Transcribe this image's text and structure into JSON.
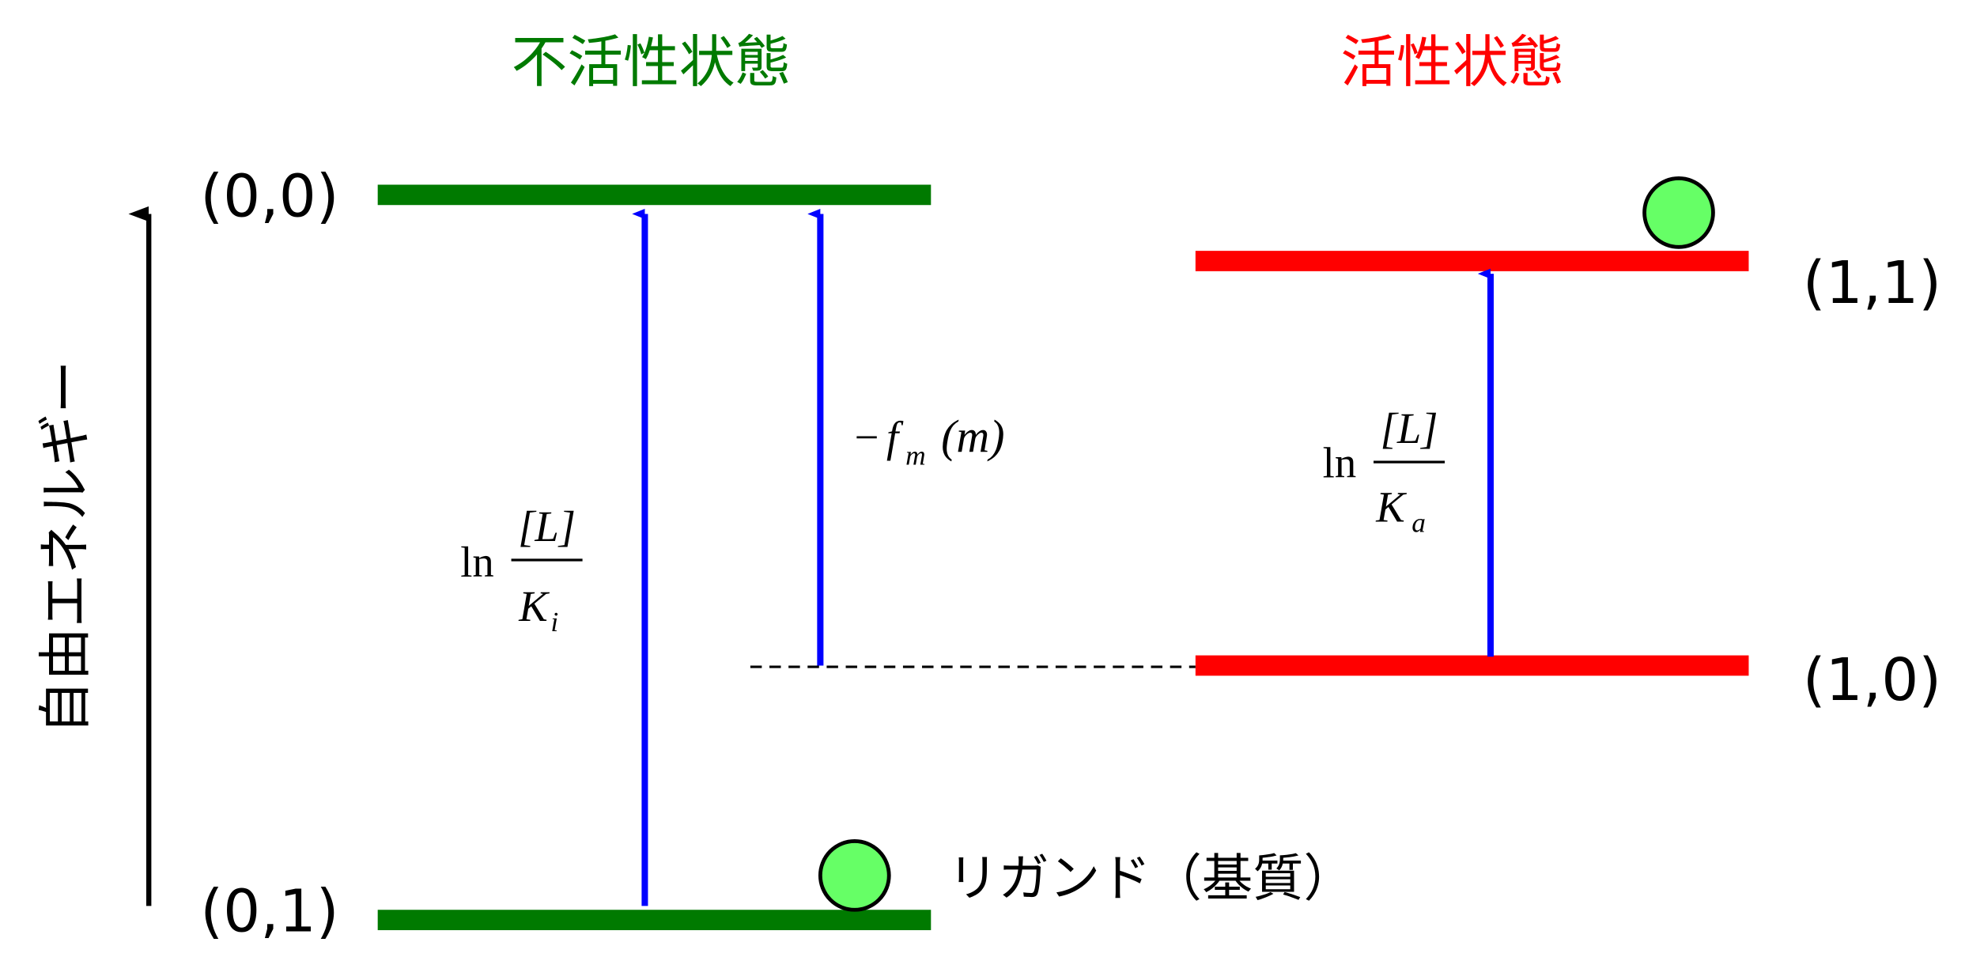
{
  "titles": {
    "inactive": "不活性状態",
    "active": "活性状態"
  },
  "axis_label": "自由エネルギー",
  "states": {
    "s00": "(0,0)",
    "s01": "(0,1)",
    "s11": "(1,1)",
    "s10": "(1,0)"
  },
  "ligand_label": "リガンド（基質）",
  "formulas": {
    "ki": {
      "ln": "ln",
      "num": "[L]",
      "den": "K",
      "sub": "i"
    },
    "ka": {
      "ln": "ln",
      "num": "[L]",
      "den": "K",
      "sub": "a"
    },
    "fm": {
      "minus": "−",
      "f": "f",
      "sub": "m",
      "arg": "(m)"
    }
  },
  "colors": {
    "inactive": "#007a00",
    "active": "#ff0000",
    "arrow": "#0000ff",
    "ligand": "#66ff66"
  }
}
